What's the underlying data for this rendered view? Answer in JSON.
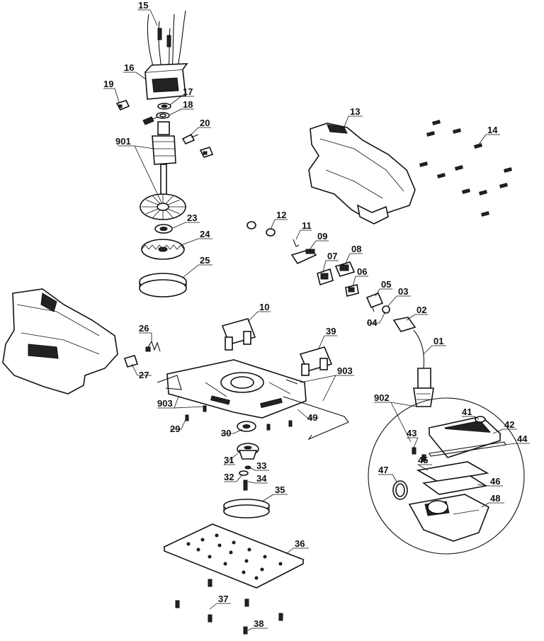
{
  "labels": {
    "p15": "15",
    "p16": "16",
    "p17": "17",
    "p18": "18",
    "p19": "19",
    "p20": "20",
    "p901": "901",
    "p23": "23",
    "p24": "24",
    "p25": "25",
    "p13": "13",
    "p14": "14",
    "p12": "12",
    "p11": "11",
    "p09": "09",
    "p08": "08",
    "p07": "07",
    "p06": "06",
    "p05": "05",
    "p04": "04",
    "p03": "03",
    "p02": "02",
    "p01": "01",
    "p10": "10",
    "p39": "39",
    "p26": "26",
    "p27": "27",
    "p903a": "903",
    "p903b": "903",
    "p29": "29",
    "p30": "30",
    "p49": "49",
    "p902": "902",
    "p41": "41",
    "p42": "42",
    "p43": "43",
    "p44": "44",
    "p45": "45",
    "p46": "46",
    "p47": "47",
    "p48": "48",
    "p31": "31",
    "p32": "32",
    "p33": "33",
    "p34": "34",
    "p35": "35",
    "p36": "36",
    "p37": "37",
    "p38": "38"
  }
}
